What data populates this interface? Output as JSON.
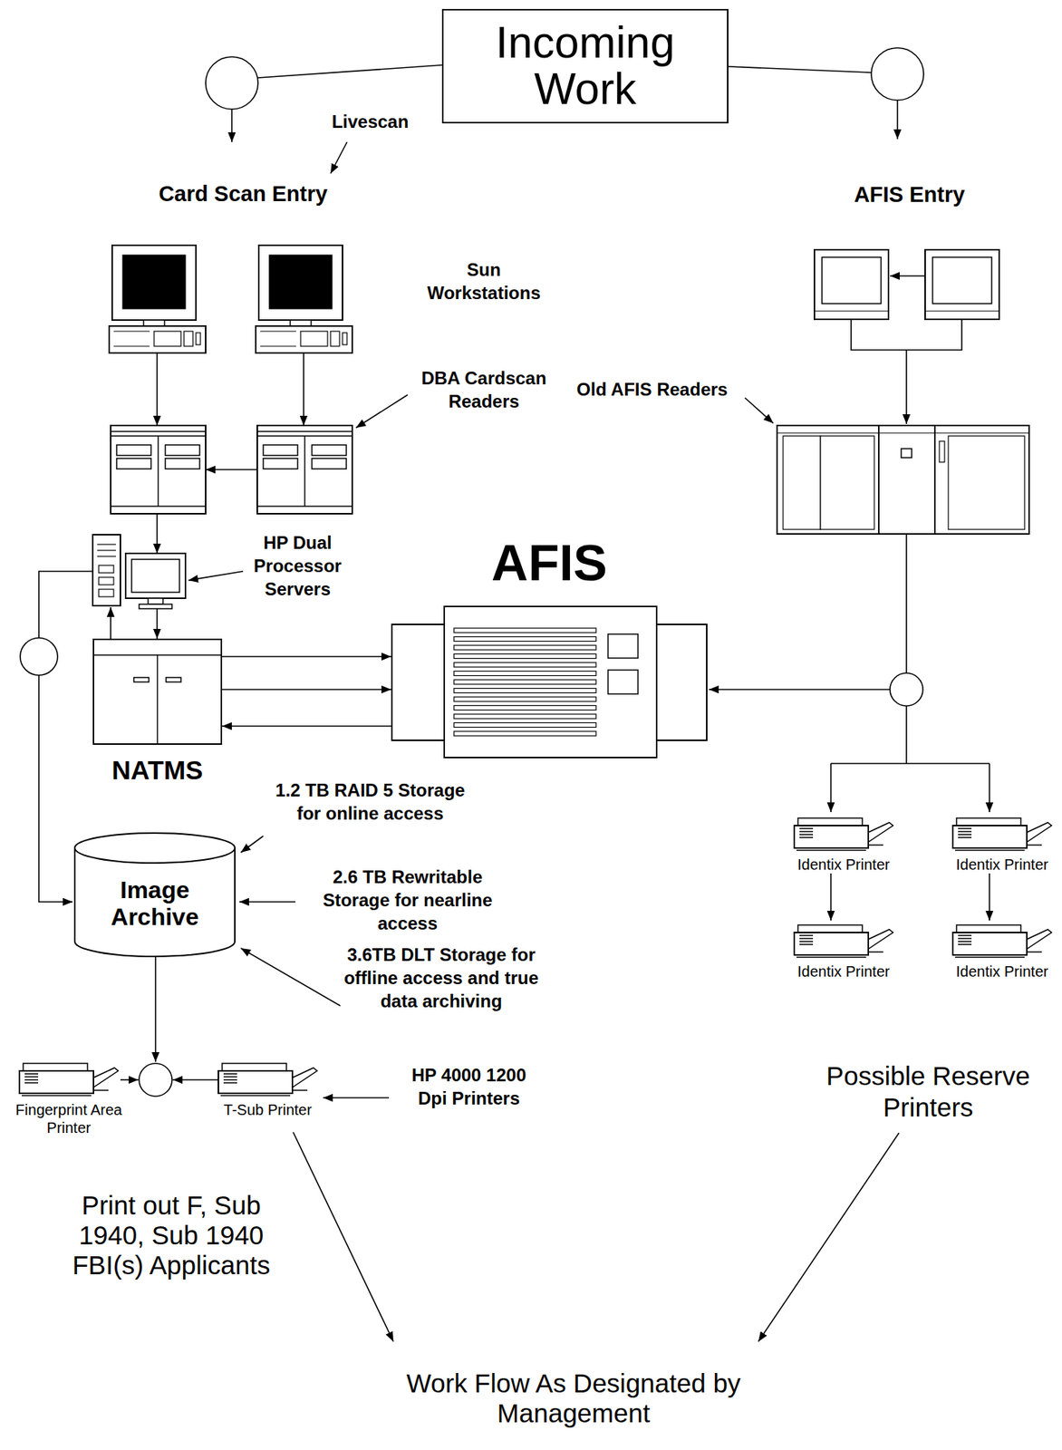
{
  "diagram": {
    "nodes": [
      {
        "text": [
          "Incoming Work"
        ]
      },
      {
        "text": [
          "AFIS"
        ]
      },
      {
        "text": [
          "NATMS"
        ]
      },
      {
        "text": [
          "Image Archive"
        ]
      },
      {
        "text": [
          "Identix Printer"
        ]
      },
      {
        "text": [
          "Identix Printer"
        ]
      },
      {
        "text": [
          "Identix Printer"
        ]
      },
      {
        "text": [
          "Identix Printer"
        ]
      },
      {
        "text": [
          "Fingerprint Area Printer"
        ]
      },
      {
        "text": [
          "T-Sub Printer"
        ]
      }
    ],
    "edges": [
      {
        "from": 2,
        "to": 1,
        "arrow": "to"
      },
      {
        "from": 2,
        "to": 1,
        "arrow": "to"
      },
      {
        "from": 1,
        "to": 2,
        "arrow": "to"
      },
      {
        "from": 4,
        "to": 6,
        "arrow": "to"
      },
      {
        "from": 5,
        "to": 7,
        "arrow": "to"
      }
    ],
    "labels": [
      "Livescan",
      "Card Scan Entry",
      "AFIS Entry",
      "Sun Workstations",
      "DBA Cardscan Readers",
      "Old AFIS Readers",
      "HP Dual Processor Servers",
      "1.2 TB RAID 5 Storage for online access",
      "2.6 TB Rewritable Storage for nearline access",
      "3.6TB DLT Storage for offline access and true data archiving",
      "HP 4000 1200 Dpi Printers",
      "Possible Reserve Printers",
      "Print out F, Sub 1940, Sub 1940 FBI(s) Applicants",
      "Work Flow As Designated by Management"
    ]
  }
}
